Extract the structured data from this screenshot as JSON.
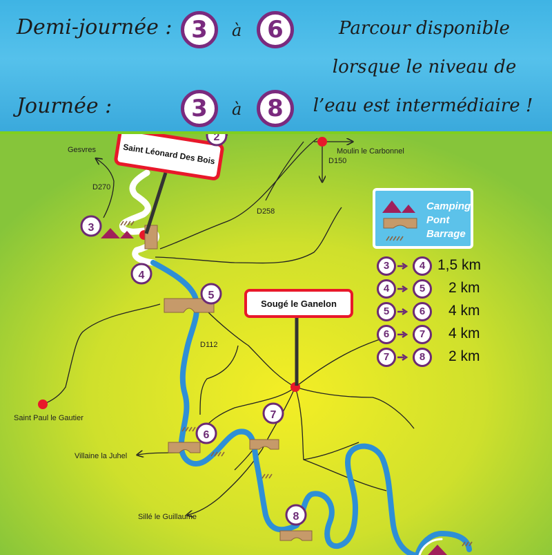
{
  "header": {
    "half_day_label": "Demi-journée :",
    "full_day_label": "Journée :",
    "a_word": "à",
    "half_day_from": "3",
    "half_day_to": "6",
    "full_day_from": "3",
    "full_day_to": "8",
    "note_line1": "Parcour disponible",
    "note_line2": "lorsque le niveau de",
    "note_line3": "l’eau est intermédiaire !"
  },
  "map": {
    "places": {
      "gesvres": "Gesvres",
      "moulin": "Moulin le Carbonnel",
      "saint_paul": "Saint Paul le Gautier",
      "villaine": "Villaine la Juhel",
      "sille": "Sillé le Guillaume"
    },
    "roads": {
      "d270": "D270",
      "d258": "D258",
      "d150": "D150",
      "d112": "D112"
    },
    "signs": {
      "saint_leonard": "Saint Léonard Des Bois",
      "souge": "Sougé le Ganelon"
    },
    "stages": {
      "s2": "2",
      "s3": "3",
      "s4": "4",
      "s5": "5",
      "s6": "6",
      "s7": "7",
      "s8": "8"
    }
  },
  "legend": {
    "camping": "Camping",
    "pont": "Pont",
    "barrage": "Barrage"
  },
  "distances": [
    {
      "from": "3",
      "to": "4",
      "distance": "1,5 km"
    },
    {
      "from": "4",
      "to": "5",
      "distance": "2 km"
    },
    {
      "from": "5",
      "to": "6",
      "distance": "4 km"
    },
    {
      "from": "6",
      "to": "7",
      "distance": "4 km"
    },
    {
      "from": "7",
      "to": "8",
      "distance": "2 km"
    }
  ],
  "colors": {
    "stage_purple": "#6c2a75",
    "river_blue": "#2e8fd6",
    "header_blue": "#4bb8e6",
    "map_yellow": "#f2ea2a",
    "map_green": "#86c53a",
    "town_red": "#e8182a",
    "camping_magenta": "#a0205a"
  }
}
